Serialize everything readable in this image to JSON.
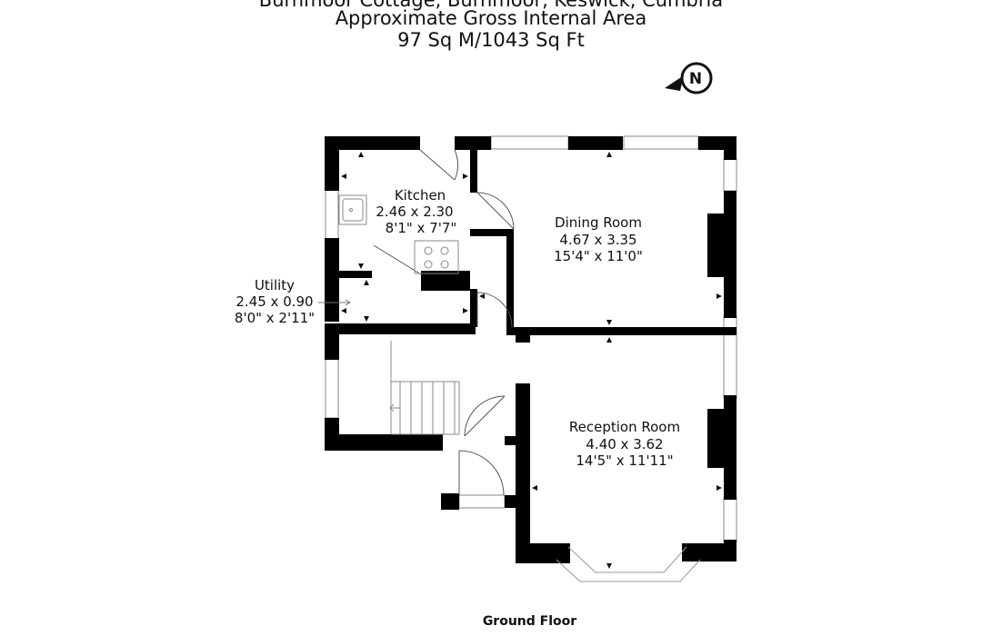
{
  "header": {
    "line1": "Burnmoor Cottage, Burnmoor, Keswick, Cumbria",
    "line2": "Approximate Gross Internal Area",
    "line3": "97 Sq M/1043 Sq Ft"
  },
  "compass": {
    "letter": "N",
    "icon": "north-arrow-icon"
  },
  "rooms": {
    "kitchen": {
      "name": "Kitchen",
      "metric": "2.46 x 2.30",
      "imperial": "8'1\" x 7'7\""
    },
    "dining": {
      "name": "Dining Room",
      "metric": "4.67 x 3.35",
      "imperial": "15'4\" x 11'0\""
    },
    "utility": {
      "name": "Utility",
      "metric": "2.45 x 0.90",
      "imperial": "8'0\" x 2'11\""
    },
    "reception": {
      "name": "Reception Room",
      "metric": "4.40 x 3.62",
      "imperial": "14'5\" x 11'11\""
    }
  },
  "floor": {
    "label": "Ground Floor"
  }
}
